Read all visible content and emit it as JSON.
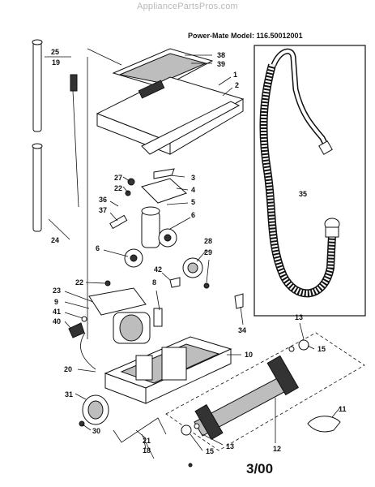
{
  "watermark": "AppliancePartsPros.com",
  "model_label": "Power-Mate Model: 116.50012001",
  "date_code": "3/00",
  "callouts": [
    "25",
    "19",
    "38",
    "39",
    "1",
    "2",
    "3",
    "27",
    "22",
    "4",
    "36",
    "5",
    "37",
    "6",
    "6",
    "24",
    "28",
    "29",
    "35",
    "42",
    "22",
    "8",
    "23",
    "9",
    "41",
    "40",
    "34",
    "20",
    "10",
    "13",
    "15",
    "31",
    "11",
    "30",
    "21",
    "18",
    "13",
    "15",
    "12"
  ]
}
